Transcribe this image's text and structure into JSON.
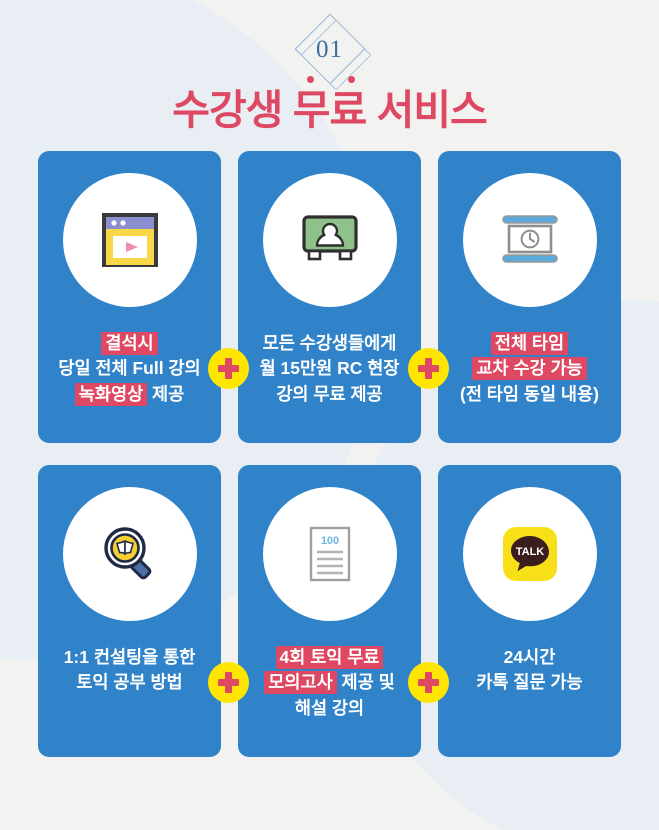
{
  "header": {
    "badge_number": "01",
    "title": "수강생 무료 서비스"
  },
  "colors": {
    "card_blue": "#3083C9",
    "accent_pink": "#DE4862",
    "badge_yellow": "#FFE600",
    "background": "#F2F2F1",
    "background_blob": "#E8EEF3",
    "badge_outline_blue": "#8FB4D6"
  },
  "connectors": [
    {
      "label": "+",
      "name": "plus-badge-1"
    },
    {
      "label": "+",
      "name": "plus-badge-2"
    },
    {
      "label": "+",
      "name": "plus-badge-3"
    },
    {
      "label": "+",
      "name": "plus-badge-4"
    }
  ],
  "cards": [
    {
      "icon": "browser-play-icon",
      "lines": [
        {
          "segments": [
            {
              "text": "결석시",
              "highlight": true
            }
          ]
        },
        {
          "segments": [
            {
              "text": "당일 전체 Full 강의",
              "highlight": false
            }
          ]
        },
        {
          "segments": [
            {
              "text": "녹화영상",
              "highlight": true
            },
            {
              "text": " 제공",
              "highlight": false
            }
          ]
        }
      ]
    },
    {
      "icon": "chalkboard-lecturer-icon",
      "lines": [
        {
          "segments": [
            {
              "text": "모든 수강생들에게",
              "highlight": false
            }
          ]
        },
        {
          "segments": [
            {
              "text": "월 15만원 RC 현장",
              "highlight": false
            }
          ]
        },
        {
          "segments": [
            {
              "text": "강의 무료 제공",
              "highlight": false
            }
          ]
        }
      ]
    },
    {
      "icon": "clock-screen-icon",
      "lines": [
        {
          "segments": [
            {
              "text": "전체 타임",
              "highlight": true
            }
          ]
        },
        {
          "segments": [
            {
              "text": "교차 수강 가능",
              "highlight": true
            }
          ]
        },
        {
          "segments": [
            {
              "text": "(전 타임 동일 내용)",
              "highlight": false
            }
          ]
        }
      ]
    },
    {
      "icon": "magnifier-book-icon",
      "lines": [
        {
          "segments": [
            {
              "text": "1:1 컨설팅을 통한",
              "highlight": false
            }
          ]
        },
        {
          "segments": [
            {
              "text": "토익 공부 방법",
              "highlight": false
            }
          ]
        }
      ]
    },
    {
      "icon": "document-100-icon",
      "lines": [
        {
          "segments": [
            {
              "text": "4회 토익 무료",
              "highlight": true
            }
          ]
        },
        {
          "segments": [
            {
              "text": "모의고사",
              "highlight": true
            },
            {
              "text": " 제공 및",
              "highlight": false
            }
          ]
        },
        {
          "segments": [
            {
              "text": "해설 강의",
              "highlight": false
            }
          ]
        }
      ]
    },
    {
      "icon": "kakaotalk-icon",
      "icon_label": "TALK",
      "lines": [
        {
          "segments": [
            {
              "text": "24시간",
              "highlight": false
            }
          ]
        },
        {
          "segments": [
            {
              "text": "카톡 질문 가능",
              "highlight": false
            }
          ]
        }
      ]
    }
  ]
}
